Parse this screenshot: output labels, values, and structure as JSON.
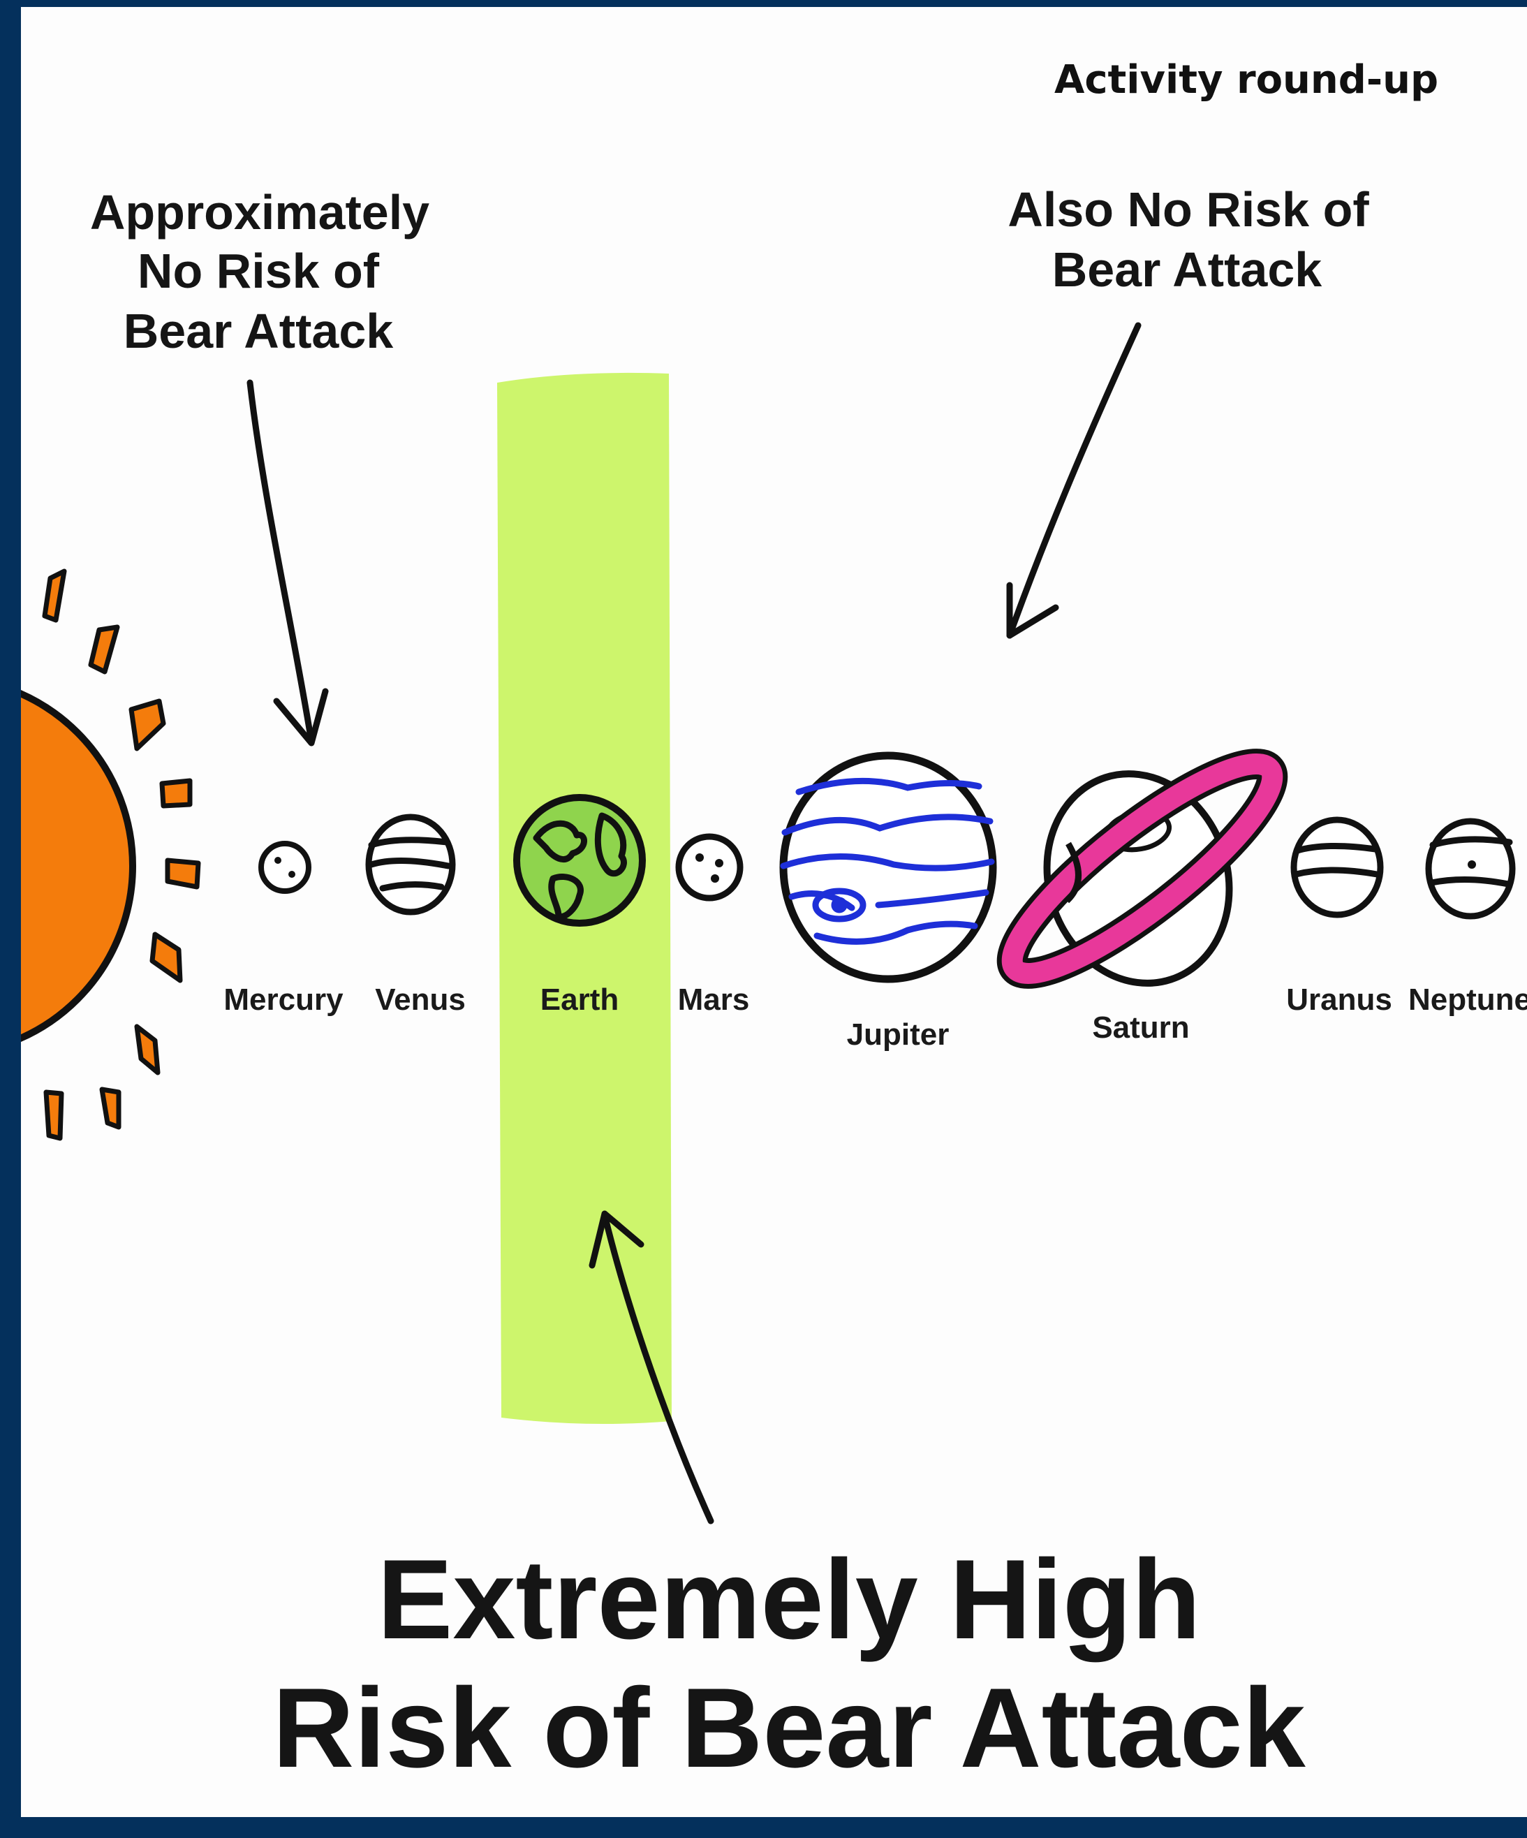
{
  "header": {
    "title": "Activity round-up"
  },
  "callouts": {
    "inner": [
      "Approximately",
      "No Risk of",
      "Bear Attack"
    ],
    "outer": [
      "Also No Risk of",
      "Bear Attack"
    ],
    "earth": [
      "Extremely High",
      "Risk of Bear Attack"
    ]
  },
  "planets": [
    {
      "name": "Mercury"
    },
    {
      "name": "Venus"
    },
    {
      "name": "Earth"
    },
    {
      "name": "Mars"
    },
    {
      "name": "Jupiter"
    },
    {
      "name": "Saturn"
    },
    {
      "name": "Uranus"
    },
    {
      "name": "Neptune"
    }
  ],
  "colors": {
    "frame": "#04305c",
    "sun": "#f47c0c",
    "highlight": "#cdf56c",
    "earth": "#8fd44d",
    "jupiter_bands": "#1e2fd8",
    "saturn_ring": "#e8389a"
  }
}
